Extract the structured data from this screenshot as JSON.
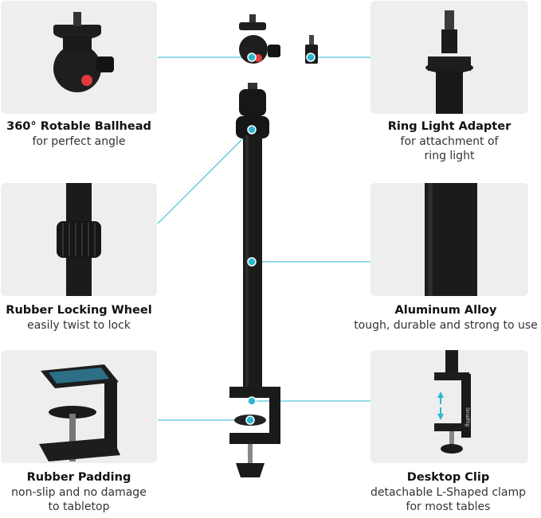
{
  "features": [
    {
      "title": "360° Rotable Ballhead",
      "lines": [
        "for perfect angle"
      ]
    },
    {
      "title": "Ring Light Adapter",
      "lines": [
        "for attachment of",
        "ring light"
      ]
    },
    {
      "title": "Rubber Locking Wheel",
      "lines": [
        "easily twist to lock"
      ]
    },
    {
      "title": "Aluminum Alloy",
      "lines": [
        "tough, durable and strong to use"
      ]
    },
    {
      "title": "Rubber Padding",
      "lines": [
        "non-slip and no damage",
        "to tabletop"
      ]
    },
    {
      "title": "Desktop Clip",
      "lines": [
        "detachable L-Shaped clamp",
        "for most tables"
      ]
    }
  ],
  "brand_mark": "SmallRig",
  "colors": {
    "accent": "#2bb7d1",
    "panel": "#eeeeee",
    "metal": "#1b1b1b",
    "knob_red": "#e33a3a"
  }
}
